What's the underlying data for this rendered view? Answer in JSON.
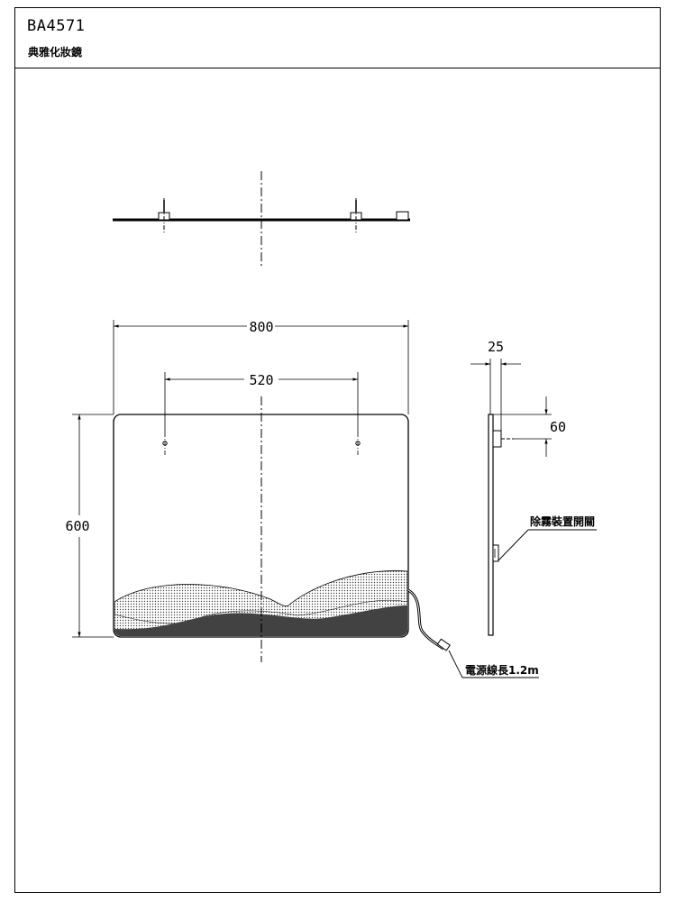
{
  "title_block": {
    "model": "BA4571",
    "product_name": "典雅化妝鏡"
  },
  "dimensions": {
    "width": "800",
    "hole_spacing": "520",
    "height": "600",
    "depth": "25",
    "hook_offset": "60"
  },
  "callouts": {
    "defog_switch": "除霧裝置開關",
    "power_cord": "電源線長1.2m"
  }
}
